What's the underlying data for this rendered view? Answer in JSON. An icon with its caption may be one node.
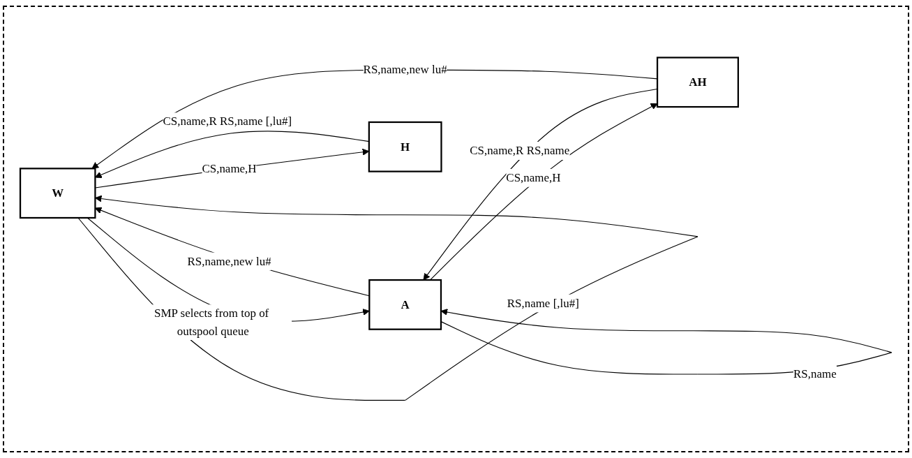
{
  "diagram": {
    "nodes": [
      {
        "text": [
          "W"
        ]
      },
      {
        "text": [
          "A"
        ]
      },
      {
        "text": [
          "H"
        ]
      },
      {
        "text": [
          "AH"
        ]
      }
    ],
    "edges": [
      {
        "from": 0,
        "to": 0,
        "arrow": "to",
        "label": "RS,name [,lu#]"
      },
      {
        "from": 1,
        "to": 1,
        "arrow": "to",
        "label": "RS,name"
      },
      {
        "from": 1,
        "to": 0,
        "arrow": "to",
        "label": "RS,name,new lu#"
      },
      {
        "from": 0,
        "to": 1,
        "arrow": "to",
        "label": "SMP selects from top of outspool queue"
      },
      {
        "from": 0,
        "to": 2,
        "arrow": "to",
        "label": "CS,name,H"
      },
      {
        "from": 2,
        "to": 0,
        "arrow": "to",
        "label": "CS,name,R RS,name [,lu#]"
      },
      {
        "from": 1,
        "to": 3,
        "arrow": "to",
        "label": "CS,name,H"
      },
      {
        "from": 3,
        "to": 1,
        "arrow": "to",
        "label": "CS,name,R RS,name"
      },
      {
        "from": 3,
        "to": 0,
        "arrow": "to",
        "label": "RS,name,new lu#"
      }
    ]
  }
}
